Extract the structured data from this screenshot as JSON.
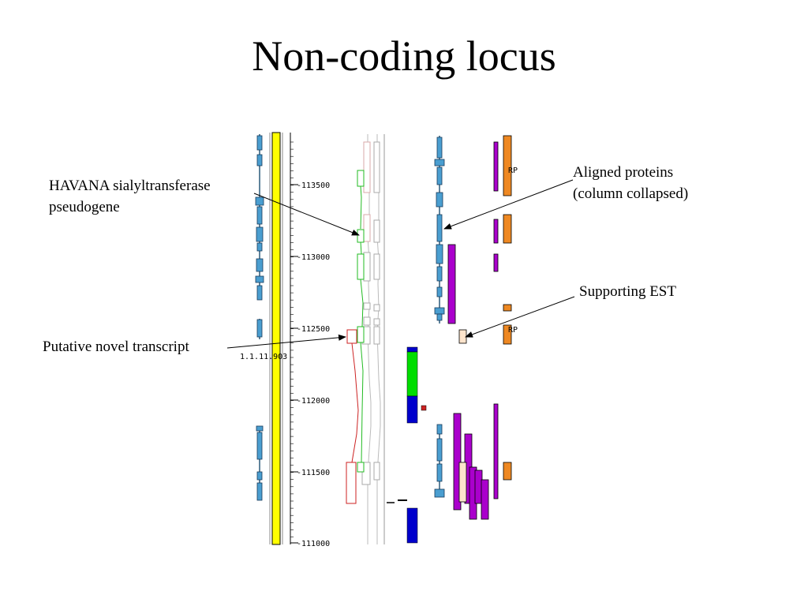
{
  "title": "Non-coding locus",
  "annotations": {
    "havana_line1": "HAVANA sialyltransferase",
    "havana_line2": "pseudogene",
    "aligned_line1": "Aligned proteins",
    "aligned_line2": "(column collapsed)",
    "supporting_est": "Supporting EST",
    "putative_novel": "Putative novel transcript"
  },
  "genome_view": {
    "ruler_ticks": [
      "-113500",
      "-113000",
      "-112500",
      "-112000",
      "-111500",
      "-111000"
    ],
    "clone_label": "1.1.11.903",
    "rp_labels": [
      "RP",
      "RP"
    ]
  },
  "colors": {
    "contig_yellow": "#ffff00",
    "feature_blue": "#4a9ed0",
    "protein_purple": "#aa00cc",
    "repeat_orange": "#ee8822",
    "est_peach": "#fde4cc",
    "transcript_green": "#22bb22",
    "transcript_red": "#cc2222",
    "coverage_green": "#00dd00",
    "coverage_blue": "#0000cc"
  }
}
